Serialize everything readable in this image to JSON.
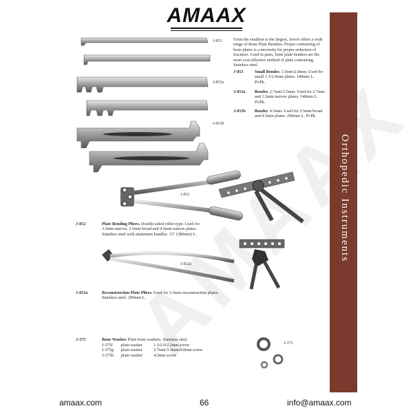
{
  "brand": {
    "logo": "AMAAX"
  },
  "side_tab": {
    "label": "Orthopedic Instruments"
  },
  "watermark": "AMAAX",
  "intro": "From the smallest to the largest, Jorvet offers a wide range of Bone Plate Benders. Proper contouring of bone plates is a necessity for proper reduction of fractures. Used in pairs, bone plate benders are the most cost-effective method of plate contouring. Stainless steel.",
  "benders": [
    {
      "code": "J-853",
      "title": "Small Bender.",
      "desc": "1.5mm/2.0mm. Used for small 1.5/2.0mm plates. 140mm L. Pr/Pk."
    },
    {
      "code": "J-853a",
      "title": "Bender.",
      "desc": "2.7mm/3.5mm. Used for 2.7mm and 3.5mm narrow plates. 140mm L. Pr/Pk."
    },
    {
      "code": "J-853b",
      "title": "Bender.",
      "desc": "4.5mm. Used for 3.5mm broad and 4.5mm plates. 200mm L. Pr/Pk."
    }
  ],
  "image_labels": {
    "j853": "J-853",
    "j853a": "J-853a",
    "j853b": "J-853b",
    "j852": "J-852",
    "j852a": "J-852a",
    "j375": "J-375"
  },
  "pliers": {
    "code": "J-852",
    "title": "Plate Bending Pliers.",
    "desc": "Double-sided roller-type. Used for 3.5mm narrow, 3.5mm broad and 4.5mm narrow plates. Stainless steel with aluminum handles. 15\" (380mm) L."
  },
  "recon": {
    "code": "J-852a",
    "title": "Reconstruction Plate Pliers.",
    "desc": "Used for 3.5mm reconstruction plates. Stainless steel. 290mm L."
  },
  "washer": {
    "code": "J-375",
    "title": "Bone Washer.",
    "desc": "Plain bone washers. Stainless steel.",
    "rows": [
      {
        "code": "J-375f",
        "type": "plain washer",
        "size": "1.5/2.0/2.2mm screw"
      },
      {
        "code": "J-375g",
        "type": "plain washer",
        "size": "2.7mm/3.5mm/4.0mm screw"
      },
      {
        "code": "J-375h",
        "type": "plain washer",
        "size": "4.5mm screw"
      }
    ]
  },
  "footer": {
    "left": "amaax.com",
    "page": "66",
    "right": "info@amaax.com"
  }
}
